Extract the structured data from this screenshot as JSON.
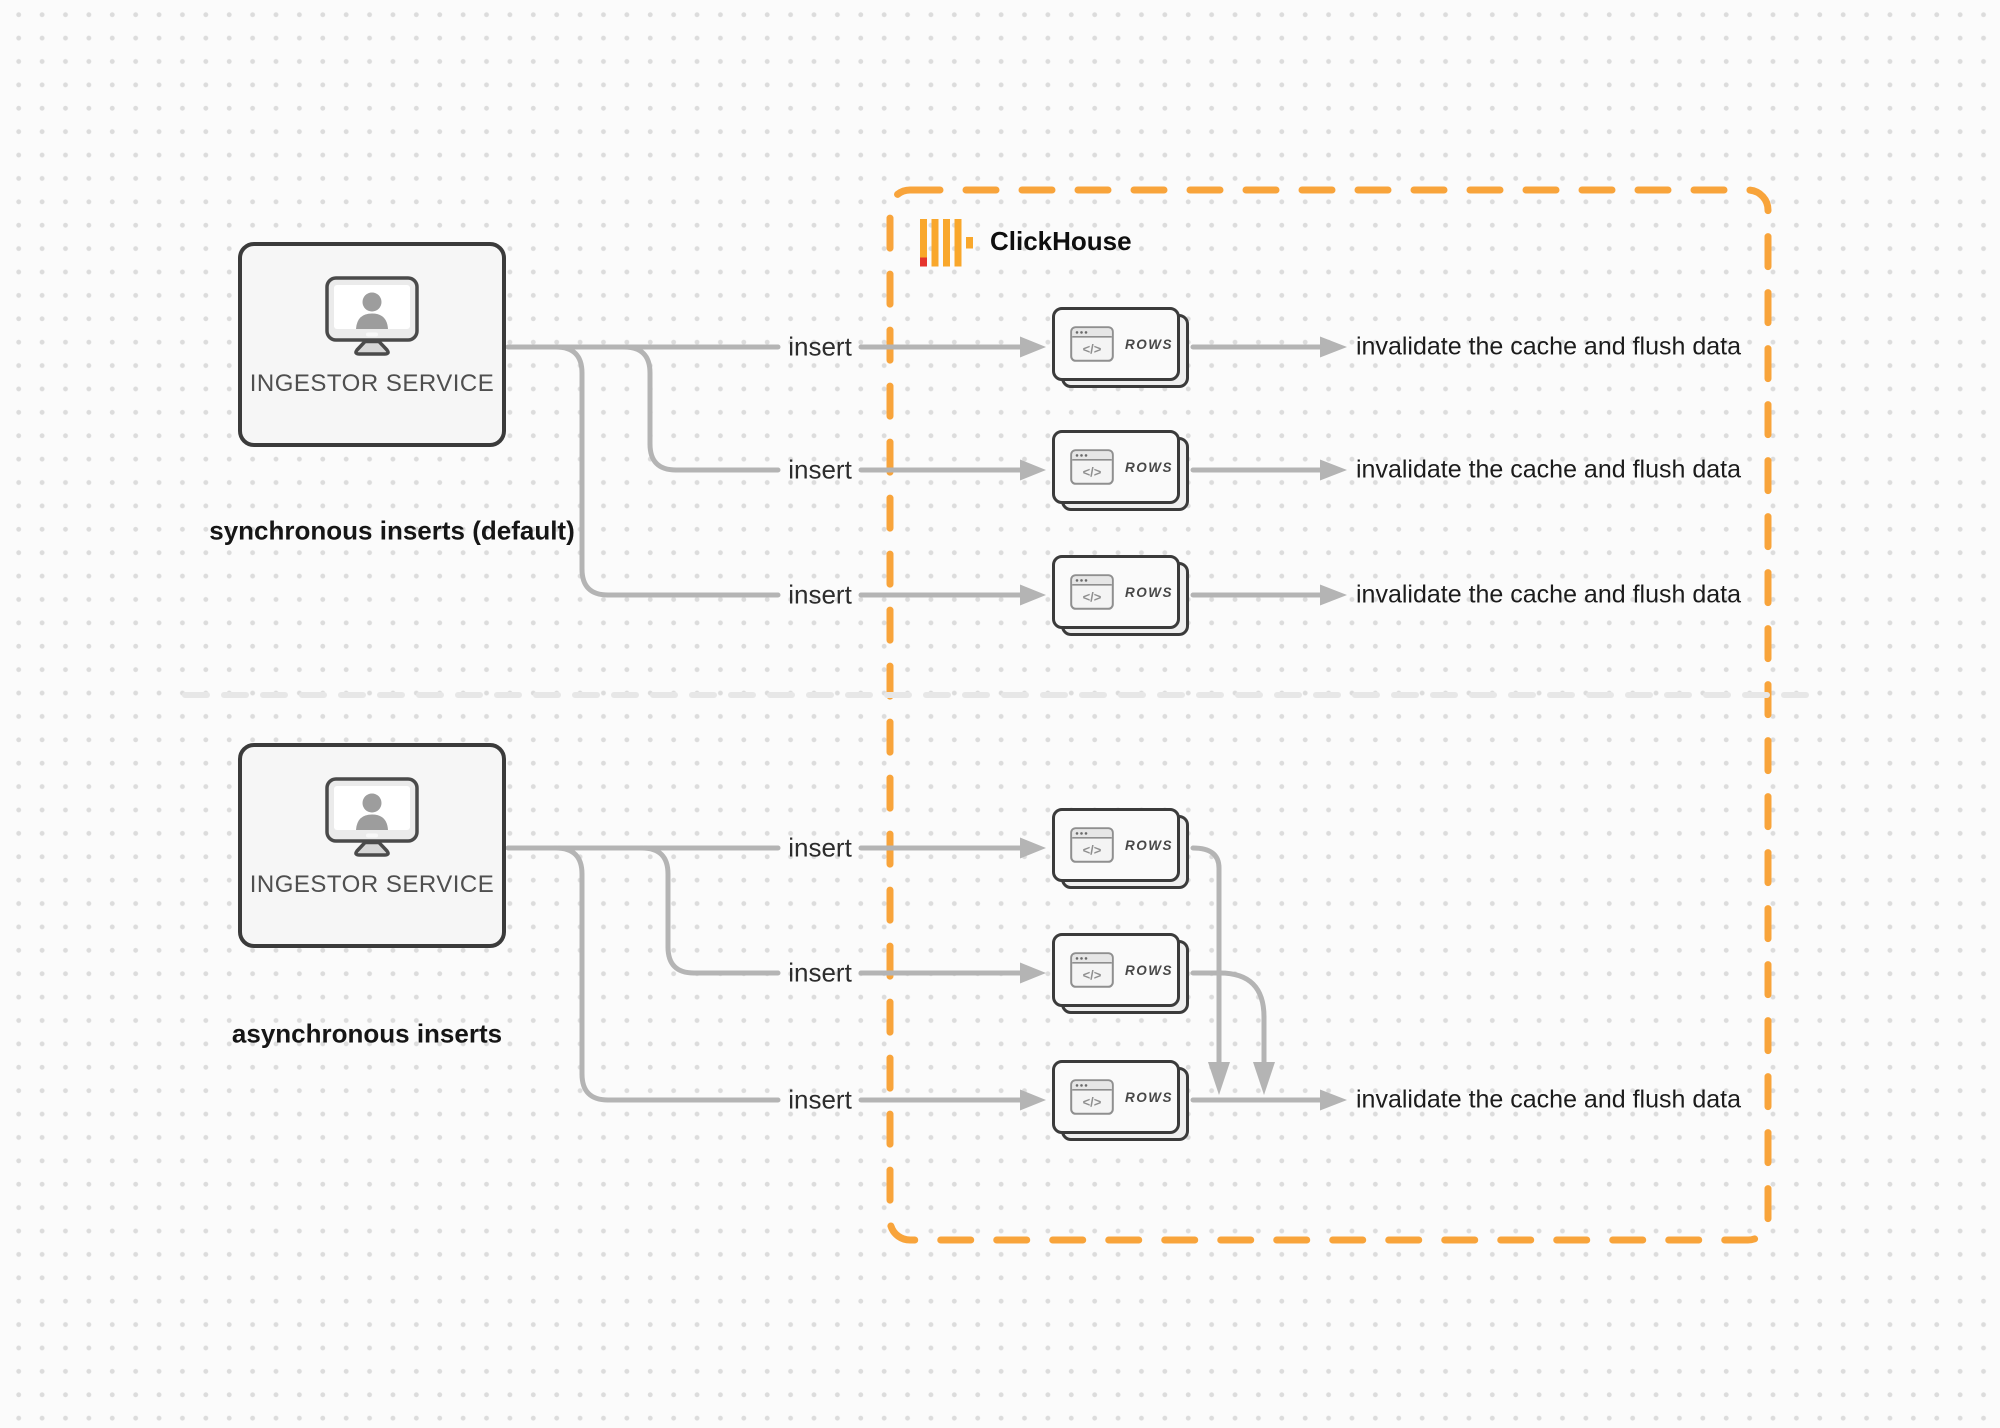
{
  "clickhouse": {
    "label": "ClickHouse"
  },
  "sync": {
    "caption": "synchronous inserts (default)",
    "service_label": "INGESTOR SERVICE",
    "rows": [
      {
        "insert": "insert",
        "badge": "ROWS",
        "result": "invalidate the cache and flush data"
      },
      {
        "insert": "insert",
        "badge": "ROWS",
        "result": "invalidate the cache and flush data"
      },
      {
        "insert": "insert",
        "badge": "ROWS",
        "result": "invalidate the cache and flush data"
      }
    ]
  },
  "async": {
    "caption": "asynchronous inserts",
    "service_label": "INGESTOR SERVICE",
    "rows": [
      {
        "insert": "insert",
        "badge": "ROWS"
      },
      {
        "insert": "insert",
        "badge": "ROWS"
      },
      {
        "insert": "insert",
        "badge": "ROWS",
        "result": "invalidate the cache and flush data"
      }
    ]
  },
  "colors": {
    "accent_orange": "#F8A43B",
    "logo_red": "#E5342D",
    "connector_gray": "#b4b4b4",
    "node_border": "#3b3b3b",
    "divider_gray": "#e7e7e7",
    "background": "#fbfbfb"
  },
  "icons": {
    "monitor_user": "monitor-user-icon",
    "code_window": "code-window-icon",
    "clickhouse_bars": "clickhouse-bars-icon"
  }
}
